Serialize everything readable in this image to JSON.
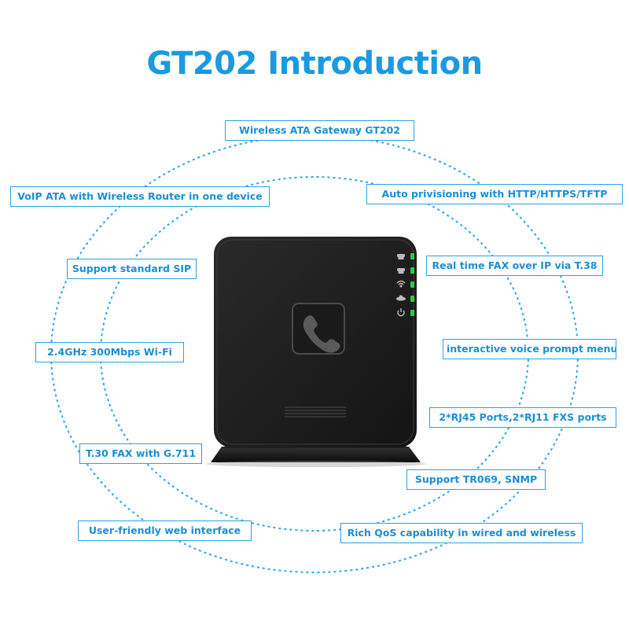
{
  "title": "GT202 Introduction",
  "colors": {
    "accent": "#1a9ae0",
    "device_body": "#1e1e1e",
    "led": "#2ecc40"
  },
  "features": [
    "Wireless ATA Gateway GT202",
    "VoIP ATA with Wireless Router in one device",
    "Auto privisioning with HTTP/HTTPS/TFTP",
    "Support standard SIP",
    "Real time FAX over IP via T.38",
    "2.4GHz 300Mbps Wi-Fi",
    "interactive voice prompt menu",
    "2*RJ45 Ports,2*RJ11 FXS ports",
    "T.30 FAX with G.711",
    "Support TR069, SNMP",
    "User-friendly web interface",
    "Rich QoS capability in wired and wireless"
  ],
  "device": {
    "status_icons": [
      "phone-1-icon",
      "phone-2-icon",
      "wifi-icon",
      "internet-icon",
      "power-icon"
    ],
    "center_icon": "phone-handset-icon"
  }
}
